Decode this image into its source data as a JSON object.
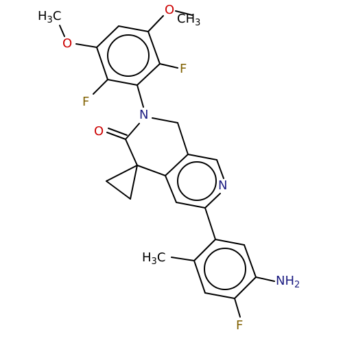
{
  "colors": {
    "background": "#ffffff",
    "bond": "#000000",
    "oxygen": "#cc0000",
    "nitrogen": "#1a1a80",
    "fluorine": "#806000",
    "carbon": "#000000"
  },
  "labels": {
    "methyl_top": {
      "main": "CH",
      "sub": "3"
    },
    "methyl_left": {
      "main": "H",
      "sub": "3",
      "tail": "C"
    },
    "oxygen_top": "O",
    "oxygen_left": "O",
    "fluorine_upper_right": "F",
    "fluorine_upper_left": "F",
    "lactam_nitrogen": "N",
    "carbonyl_oxygen": "O",
    "pyridine_nitrogen": "N",
    "aryl_methyl": {
      "main": "H",
      "sub": "3",
      "tail": "C"
    },
    "amine": {
      "main": "NH",
      "sub": "2"
    },
    "fluorine_bottom": "F"
  }
}
